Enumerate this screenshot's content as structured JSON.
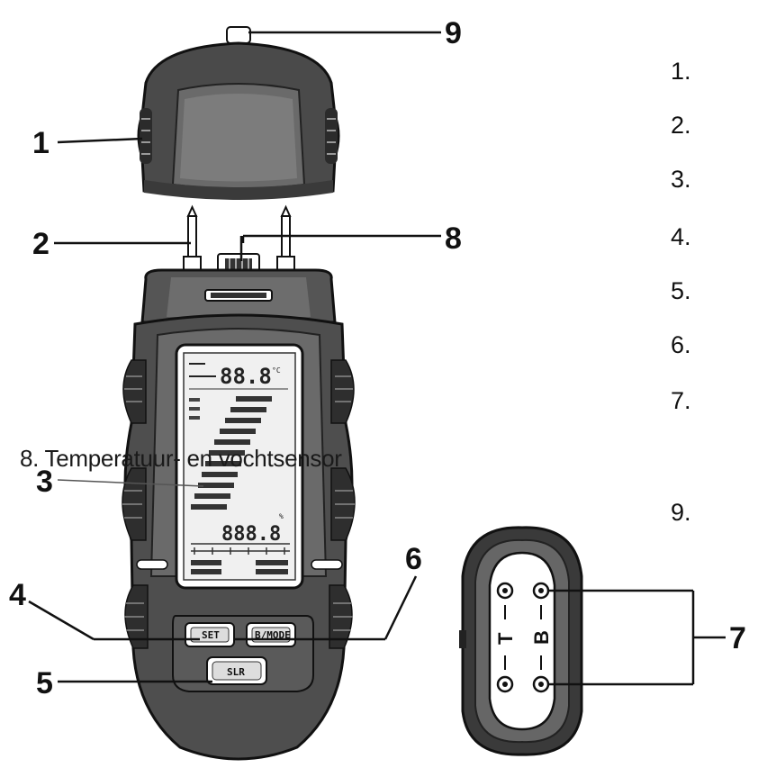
{
  "callouts": {
    "c1": "1",
    "c2": "2",
    "c3": "3",
    "c4": "4",
    "c5": "5",
    "c6": "6",
    "c7": "7",
    "c8": "8",
    "c9": "9"
  },
  "legend": [
    "1.",
    "2.",
    "3.",
    "4.",
    "5.",
    "6.",
    "7.",
    "9."
  ],
  "overlay_label": "8. Temperatuur- en vochtsensor",
  "buttons": {
    "set": "SET",
    "mode": "B/MODE",
    "slr": "SLR"
  },
  "sensor_letters": {
    "t": "T",
    "b": "B"
  },
  "lcd": {
    "top_readout": "88.8",
    "bottom_readout": "888.8",
    "percent": "%",
    "degrees": "°C"
  }
}
